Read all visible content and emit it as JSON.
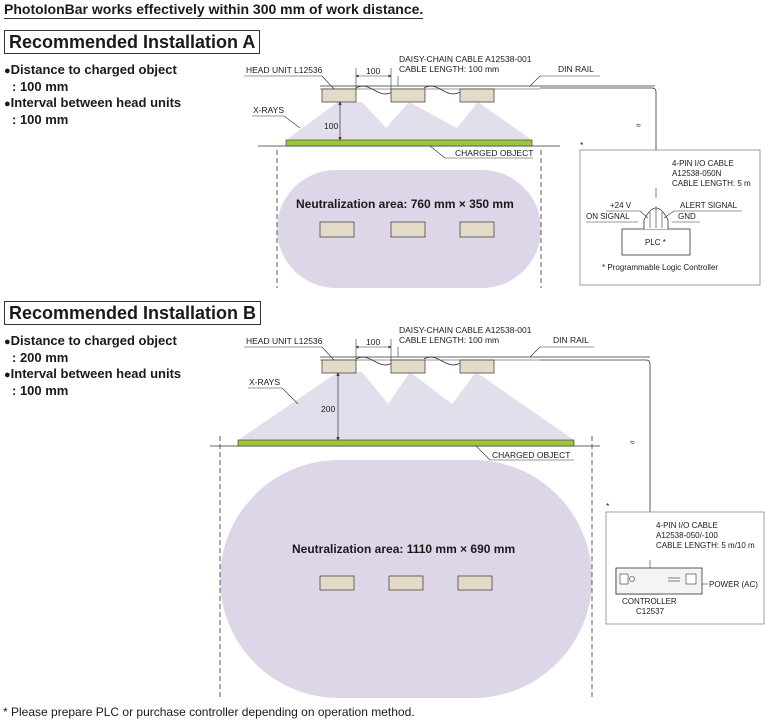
{
  "headline": "PhotoIonBar works effectively within 300 mm of work distance.",
  "footnote": "* Please prepare PLC or purchase controller depending on operation method.",
  "bullet": "●",
  "installation_a": {
    "title": "Recommended Installation A",
    "distance_label": "Distance to charged object",
    "distance_value": ": 100 mm",
    "interval_label": "Interval between head units",
    "interval_value": ": 100 mm",
    "head_unit": "HEAD UNIT L12536",
    "interval_dim": "100",
    "cable_line1": "DAISY-CHAIN CABLE A12538-001",
    "cable_line2": "CABLE LENGTH: 100 mm",
    "din_rail": "DIN RAIL",
    "xrays": "X-RAYS",
    "distance_dim": "100",
    "charged_object": "CHARGED OBJECT",
    "neutralization": "Neutralization area: 760 mm × 350 mm",
    "asterisk": "*",
    "io_cable_line1": "4-PIN I/O CABLE",
    "io_cable_line2": "A12538-050N",
    "io_cable_line3": "CABLE LENGTH: 5 m",
    "plus24v": "+24 V",
    "on_signal": "ON SIGNAL",
    "alert_signal": "ALERT SIGNAL",
    "gnd": "GND",
    "plc": "PLC *",
    "plc_note": "* Programmable Logic Controller",
    "break_mark": "≈"
  },
  "installation_b": {
    "title": "Recommended Installation B",
    "distance_label": "Distance to charged object",
    "distance_value": ": 200 mm",
    "interval_label": "Interval between head units",
    "interval_value": ": 100 mm",
    "head_unit": "HEAD UNIT L12536",
    "interval_dim": "100",
    "cable_line1": "DAISY-CHAIN CABLE A12538-001",
    "cable_line2": "CABLE LENGTH: 100 mm",
    "din_rail": "DIN RAIL",
    "xrays": "X-RAYS",
    "distance_dim": "200",
    "charged_object": "CHARGED OBJECT",
    "neutralization": "Neutralization area: 1110 mm × 690 mm",
    "asterisk": "*",
    "io_cable_line1": "4-PIN I/O CABLE",
    "io_cable_line2": "A12538-050/-100",
    "io_cable_line3": "CABLE LENGTH: 5 m/10 m",
    "power": "POWER (AC)",
    "controller_line1": "CONTROLLER",
    "controller_line2": "C12537",
    "break_mark": "≈"
  },
  "colors": {
    "area_fill": "#dcd6e8",
    "beam_fill": "#e2deeb",
    "head_unit_fill": "#e3dbc8",
    "charged_object_fill": "#9dc43f",
    "line": "#333333"
  }
}
